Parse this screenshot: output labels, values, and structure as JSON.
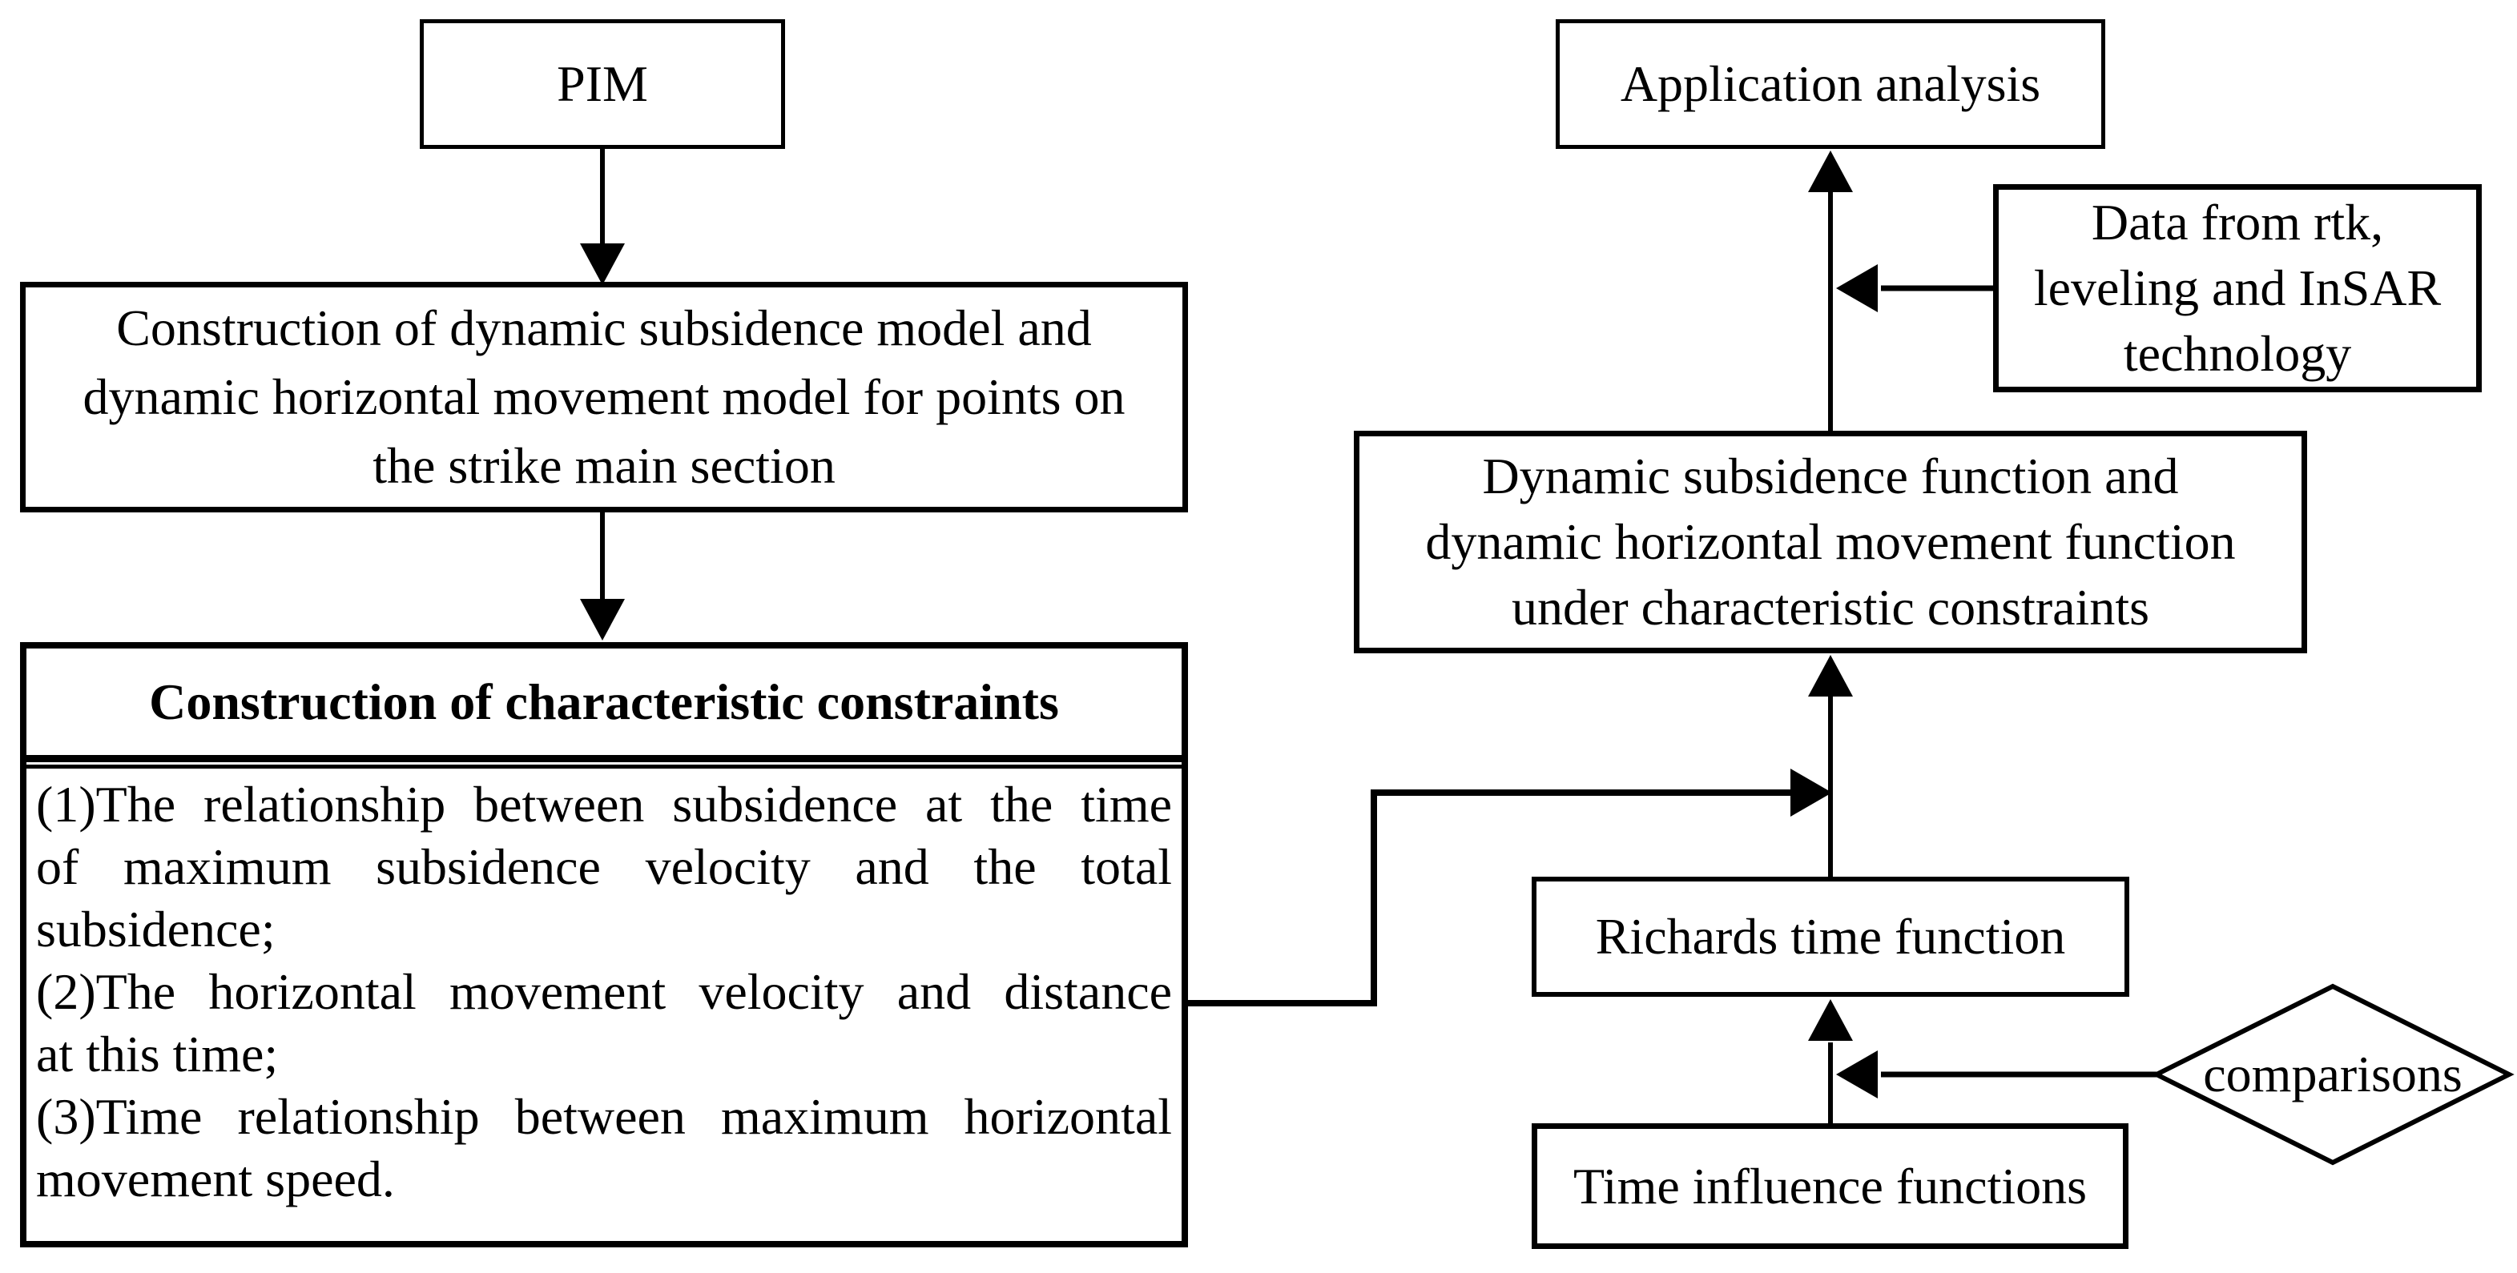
{
  "figure": {
    "type": "flowchart",
    "colors": {
      "background": "#ffffff",
      "line": "#000000",
      "text": "#000000"
    },
    "nodes": {
      "pim": {
        "label": "PIM"
      },
      "model_construction": {
        "label": "Construction of dynamic subsidence model and dynamic horizontal movement model for points on the strike main section",
        "lines": [
          "Construction of dynamic subsidence model and",
          "dynamic horizontal movement model for points on",
          "the strike main section"
        ]
      },
      "constraints": {
        "title": "Construction of characteristic constraints",
        "items": [
          {
            "label": "(1)The relationship between subsidence at the time of maximum subsidence velocity and the total subsidence;",
            "lines": [
              "(1)The relationship between subsidence at the time",
              "of maximum subsidence velocity and the total",
              "subsidence;"
            ]
          },
          {
            "label": "(2)The horizontal movement velocity and distance at this time;",
            "lines": [
              "(2)The horizontal movement velocity and distance",
              "at this time;"
            ]
          },
          {
            "label": "(3)Time relationship between maximum horizontal movement speed.",
            "lines": [
              "(3)Time relationship between maximum horizontal",
              "movement speed."
            ]
          }
        ]
      },
      "application_analysis": {
        "label": "Application analysis"
      },
      "data_sources": {
        "label": "Data from rtk, leveling and InSAR technology",
        "lines": [
          "Data from rtk,",
          "leveling and InSAR",
          "technology"
        ]
      },
      "dynamic_functions": {
        "label": "Dynamic subsidence function and dynamic horizontal movement function under characteristic constraints",
        "lines": [
          "Dynamic subsidence function and",
          "dynamic horizontal movement function",
          "under characteristic constraints"
        ]
      },
      "richards": {
        "label": "Richards time function"
      },
      "time_influence": {
        "label": "Time influence functions"
      },
      "comparisons": {
        "label": "comparisons",
        "shape": "diamond"
      }
    },
    "edges": [
      {
        "from": "pim",
        "to": "model_construction",
        "type": "arrow-down"
      },
      {
        "from": "model_construction",
        "to": "constraints",
        "type": "arrow-down"
      },
      {
        "from": "constraints",
        "to": "arrow(richards->dynamic_functions)",
        "type": "elbow-arrow-right"
      },
      {
        "from": "time_influence",
        "to": "richards",
        "type": "arrow-up"
      },
      {
        "from": "comparisons",
        "to": "arrow(time_influence->richards)",
        "type": "arrow-left"
      },
      {
        "from": "richards",
        "to": "dynamic_functions",
        "type": "arrow-up"
      },
      {
        "from": "dynamic_functions",
        "to": "application_analysis",
        "type": "arrow-up"
      },
      {
        "from": "data_sources",
        "to": "arrow(dynamic_functions->application_analysis)",
        "type": "arrow-left"
      }
    ]
  }
}
